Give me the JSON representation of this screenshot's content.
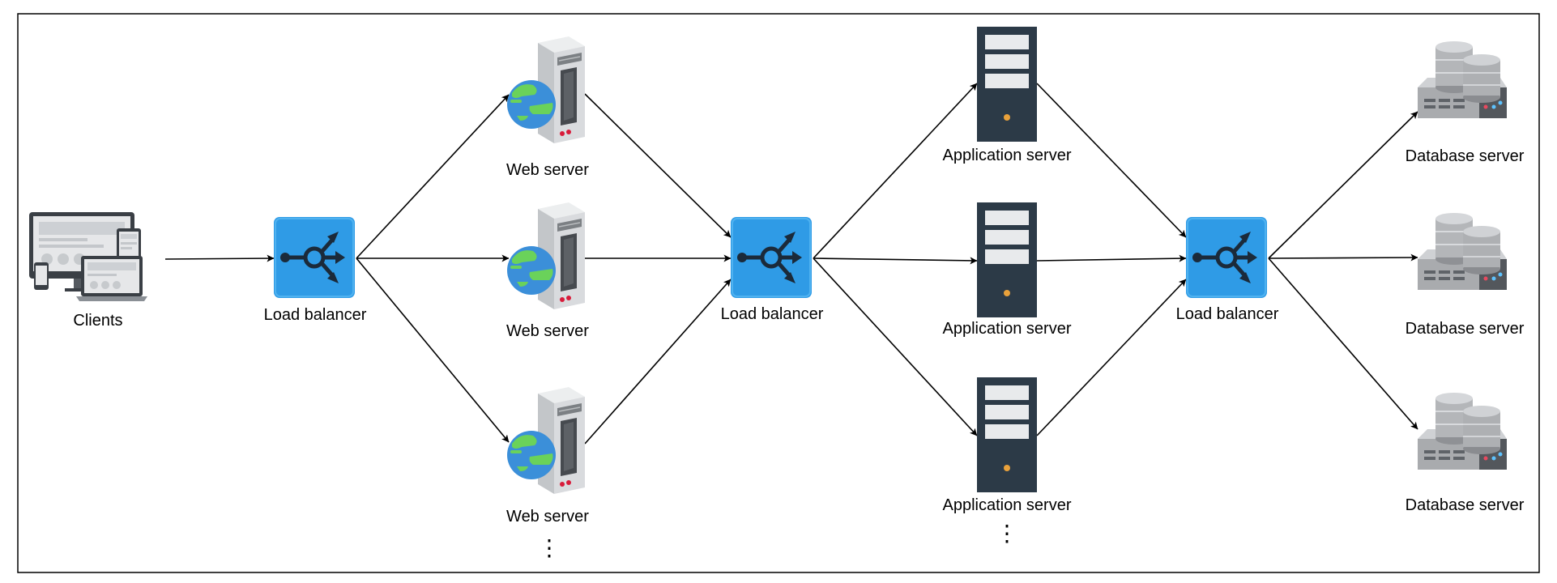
{
  "clients": {
    "label": "Clients"
  },
  "load_balancers": [
    {
      "label": "Load balancer"
    },
    {
      "label": "Load balancer"
    },
    {
      "label": "Load balancer"
    }
  ],
  "web_servers": [
    {
      "label": "Web server"
    },
    {
      "label": "Web server"
    },
    {
      "label": "Web server"
    }
  ],
  "application_servers": [
    {
      "label": "Application server"
    },
    {
      "label": "Application server"
    },
    {
      "label": "Application server"
    }
  ],
  "database_servers": [
    {
      "label": "Database  server"
    },
    {
      "label": "Database  server"
    },
    {
      "label": "Database  server"
    }
  ],
  "ellipsis": "⋮",
  "colors": {
    "load_balancer": "#2f9be6",
    "app_server": "#2c3a47",
    "web_globe_land": "#6ad25a",
    "web_globe_sea": "#3b8fd9",
    "server_body": "#d8dadd",
    "db_cylinder": "#a9abae"
  }
}
